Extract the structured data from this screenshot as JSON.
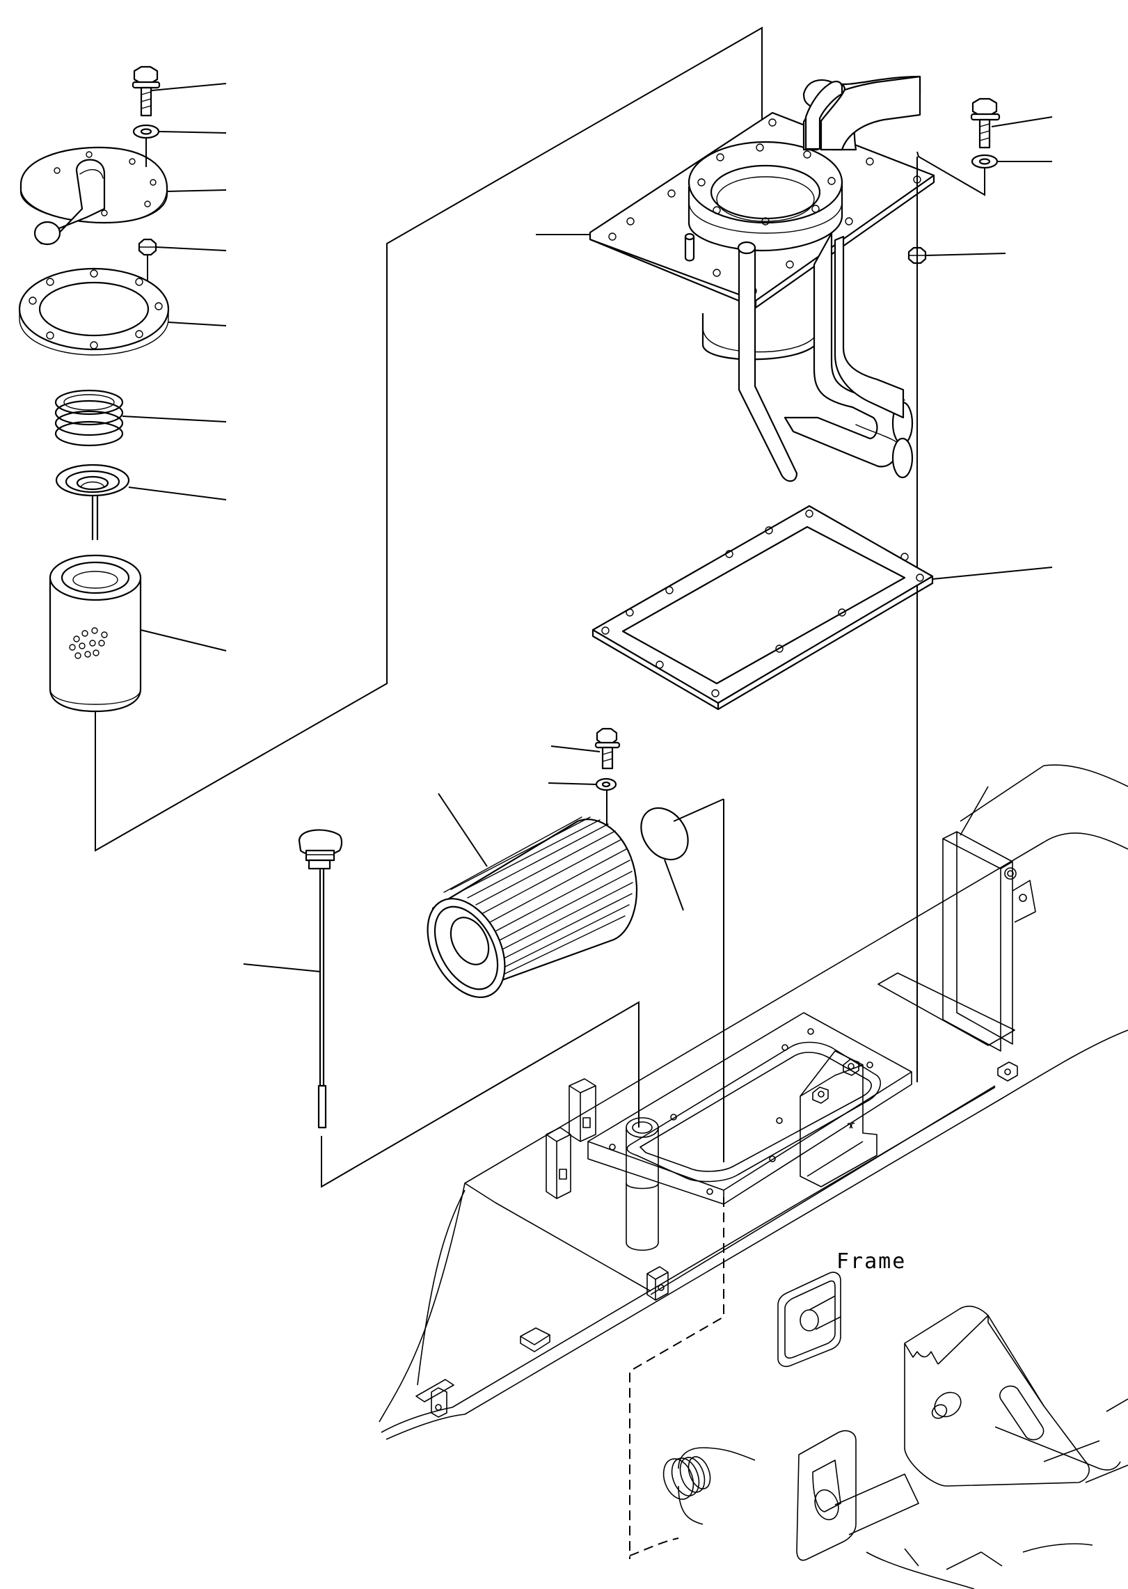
{
  "frame_label": "Frame",
  "parts": [
    "flange-bolt",
    "washer",
    "cover-with-pipe",
    "nut",
    "cover-ring-gasket",
    "spring",
    "valve",
    "strainer-element",
    "filler-neck-assembly",
    "bolt-right",
    "washer-right",
    "nut-right",
    "tank-gasket",
    "bolt-center",
    "washer-center",
    "air-breather-filter",
    "o-ring",
    "dipstick"
  ]
}
